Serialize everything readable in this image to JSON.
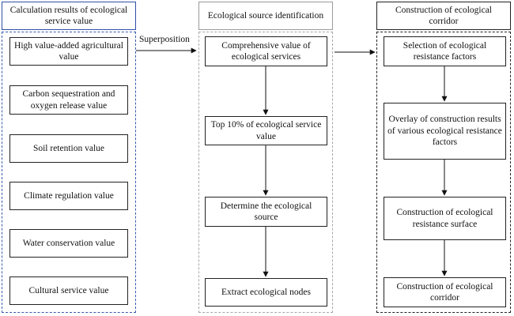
{
  "columns": {
    "left": {
      "header": "Calculation results of ecological service value",
      "items": [
        "High value-added agricultural value",
        "Carbon sequestration and oxygen release value",
        "Soil retention value",
        "Climate regulation value",
        "Water conservation value",
        "Cultural service value"
      ]
    },
    "middle": {
      "header": "Ecological source identification",
      "steps": [
        "Comprehensive value of ecological services",
        "Top 10% of ecological service value",
        "Determine the ecological source",
        "Extract ecological nodes"
      ]
    },
    "right": {
      "header": "Construction of ecological corridor",
      "steps": [
        "Selection of ecological resistance factors",
        "Overlay of construction results of various ecological resistance factors",
        "Construction of ecological resistance surface",
        "Construction of ecological corridor"
      ]
    }
  },
  "edges": {
    "left_to_middle_label": "Superposition"
  },
  "colors": {
    "left_group_border": "#3a5bb0",
    "middle_group_border": "#a8a8a8",
    "right_group_border": "#222222",
    "arrow": "#111111"
  }
}
